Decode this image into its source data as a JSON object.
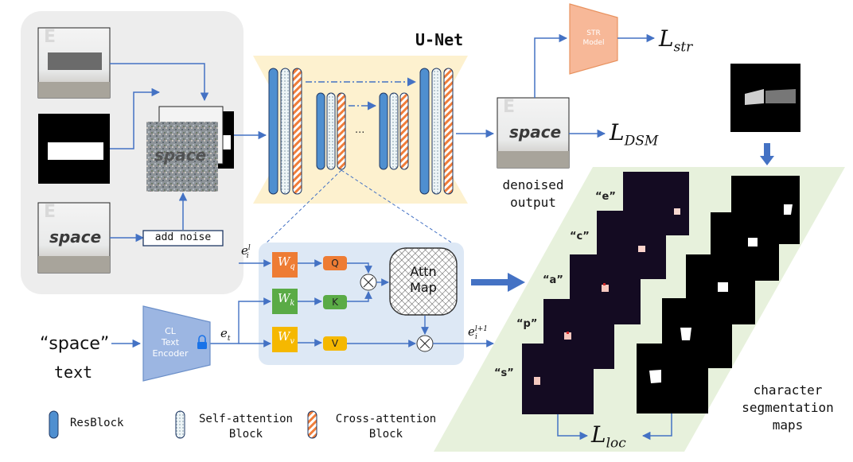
{
  "unet": {
    "title": "U-Net",
    "ellipsis": "..."
  },
  "add_noise": "add noise",
  "denoised": {
    "line1": "denoised",
    "line2": "output",
    "img_word": "space"
  },
  "input_img_word": "space",
  "noisy_img_word": "space",
  "str_model": {
    "line1": "STR",
    "line2": "Model"
  },
  "losses": {
    "str": {
      "main": "L",
      "sub": "str"
    },
    "dsm": {
      "main": "L",
      "sub": "DSM"
    },
    "loc": {
      "main": "L",
      "sub": "loc"
    }
  },
  "attention": {
    "wq": {
      "main": "W",
      "sub": "q"
    },
    "wk": {
      "main": "W",
      "sub": "k"
    },
    "wv": {
      "main": "W",
      "sub": "v"
    },
    "q": "Q",
    "k": "K",
    "v": "V",
    "attn_map_line1": "Attn",
    "attn_map_line2": "Map",
    "ei_l": {
      "main": "e",
      "sub": "i",
      "sup": "l"
    },
    "ei_l1": {
      "main": "e",
      "sub": "i",
      "sup": "l+1"
    },
    "et": {
      "main": "e",
      "sub": "t"
    }
  },
  "encoder": {
    "line1": "CL",
    "line2": "Text",
    "line3": "Encoder"
  },
  "input_text": {
    "quoted": "“space”",
    "caption": "text"
  },
  "char_labels": [
    "“e”",
    "“c”",
    "“a”",
    "“p”",
    "“s”"
  ],
  "seg_caption": {
    "line1": "character",
    "line2": "segmentation",
    "line3": "maps"
  },
  "legend": {
    "resblock": "ResBlock",
    "self_attn_line1": "Self-attention",
    "self_attn_line2": "Block",
    "cross_attn_line1": "Cross-attention",
    "cross_attn_line2": "Block"
  },
  "colors": {
    "resblock": "#4f8fd0",
    "cross": "#f07d3a",
    "wq": "#ee7c34",
    "wk": "#5aab46",
    "wv": "#f5b800",
    "str_model": "#f7b898",
    "encoder": "#9cb6e2",
    "arrow": "#4472c4",
    "green_panel": "#e7f1dc",
    "unet_bg": "#fdf1cf",
    "attn_bg": "#dde8f5"
  }
}
